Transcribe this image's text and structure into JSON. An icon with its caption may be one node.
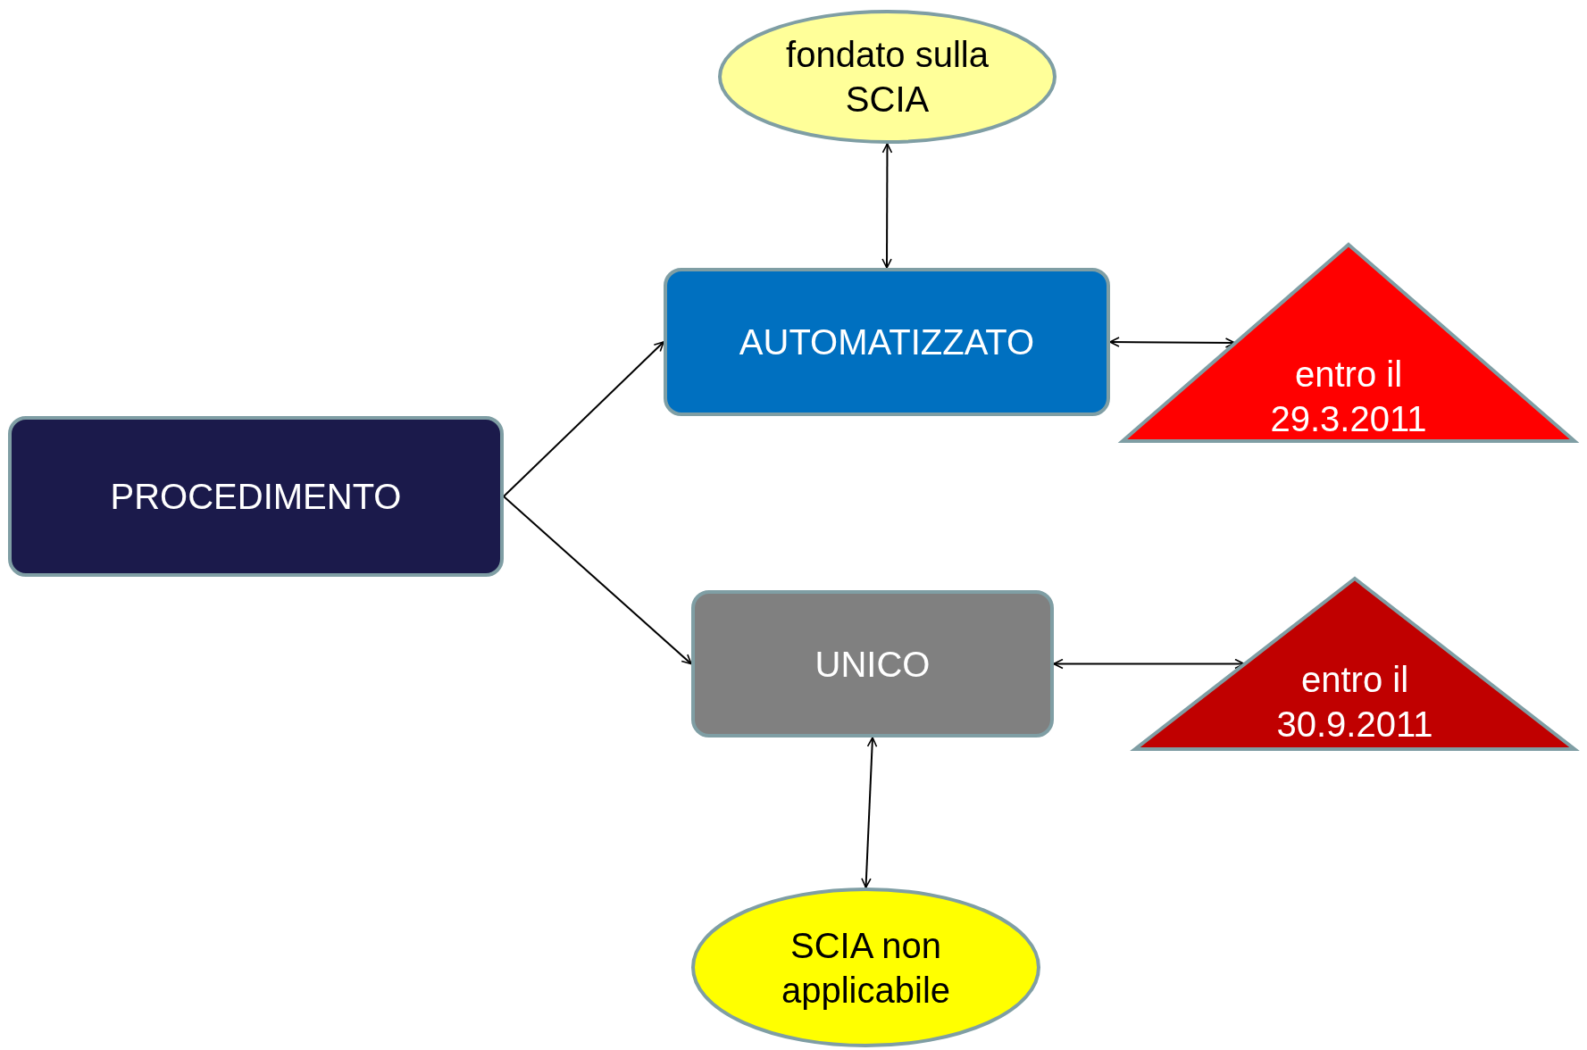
{
  "diagram": {
    "nodes": [
      {
        "text": [
          "PROCEDIMENTO"
        ]
      },
      {
        "text": [
          "fondato sulla SCIA"
        ]
      },
      {
        "text": [
          "AUTOMATIZZATO"
        ]
      },
      {
        "text": [
          "entro il 29.3.2011"
        ]
      },
      {
        "text": [
          "UNICO"
        ]
      },
      {
        "text": [
          "entro il 30.9.2011"
        ]
      },
      {
        "text": [
          "SCIA non applicabile"
        ]
      }
    ],
    "edges": [
      {
        "from": 0,
        "to": 2,
        "arrow": "to"
      },
      {
        "from": 0,
        "to": 4,
        "arrow": "to"
      },
      {
        "from": 2,
        "to": 1,
        "arrow": "both"
      },
      {
        "from": 2,
        "to": 3,
        "arrow": "both"
      },
      {
        "from": 4,
        "to": 5,
        "arrow": "both"
      },
      {
        "from": 4,
        "to": 6,
        "arrow": "both"
      }
    ]
  }
}
